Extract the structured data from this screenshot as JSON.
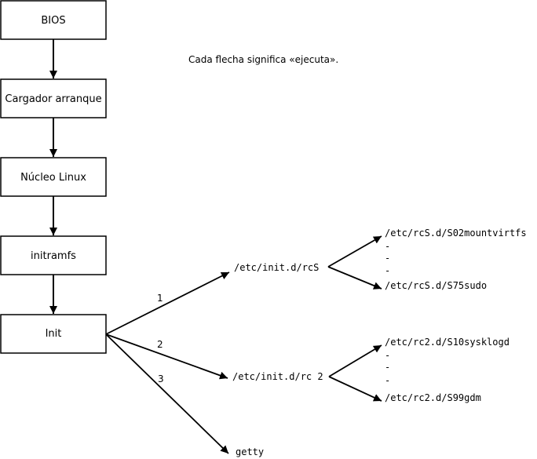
{
  "note": "Cada flecha significa «ejecuta».",
  "boxes": {
    "bios": "BIOS",
    "bootloader": "Cargador arranque",
    "kernel": "Núcleo Linux",
    "initramfs": "initramfs",
    "init": "Init"
  },
  "branch_numbers": {
    "one": "1",
    "two": "2",
    "three": "3"
  },
  "targets": {
    "rcs": "/etc/init.d/rcS",
    "rc2": "/etc/init.d/rc 2",
    "getty": "getty"
  },
  "rcs_scripts": {
    "first": "/etc/rcS.d/S02mountvirtfs",
    "dots": [
      "-",
      "-",
      "-"
    ],
    "last": "/etc/rcS.d/S75sudo"
  },
  "rc2_scripts": {
    "first": "/etc/rc2.d/S10sysklogd",
    "dots": [
      "-",
      "-",
      "-"
    ],
    "last": "/etc/rc2.d/S99gdm"
  }
}
